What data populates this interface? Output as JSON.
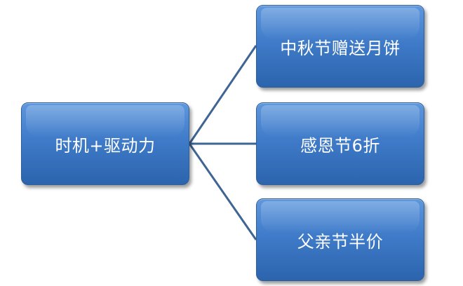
{
  "diagram": {
    "root": {
      "label": "时机+驱动力"
    },
    "children": [
      {
        "label": "中秋节赠送月饼"
      },
      {
        "label": "感恩节6折"
      },
      {
        "label": "父亲节半价"
      }
    ],
    "colors": {
      "node_fill": "#3f7bc9",
      "node_border": "#2f5f96",
      "connector": "#3e6594",
      "text": "#ffffff"
    }
  }
}
